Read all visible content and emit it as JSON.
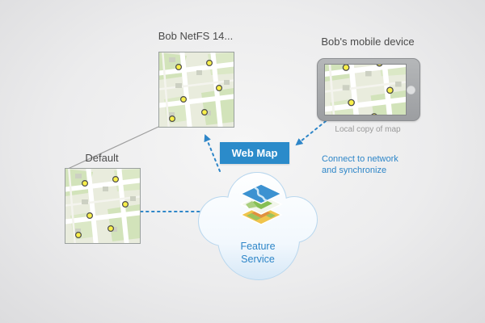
{
  "diagram": {
    "netfs": {
      "label": "Bob NetFS 14..."
    },
    "default_version": {
      "label": "Default"
    },
    "device": {
      "label": "Bob's mobile device",
      "caption": "Local copy of map"
    },
    "webmap": {
      "label": "Web Map"
    },
    "cloud": {
      "label": "Feature Service"
    },
    "sync_note": "Connect to network and synchronize"
  },
  "colors": {
    "accent_blue": "#2e86c8",
    "webmap_bg": "#2b8bca",
    "connector_gray": "#9e9e9e",
    "marker_yellow": "#f8ef49"
  }
}
